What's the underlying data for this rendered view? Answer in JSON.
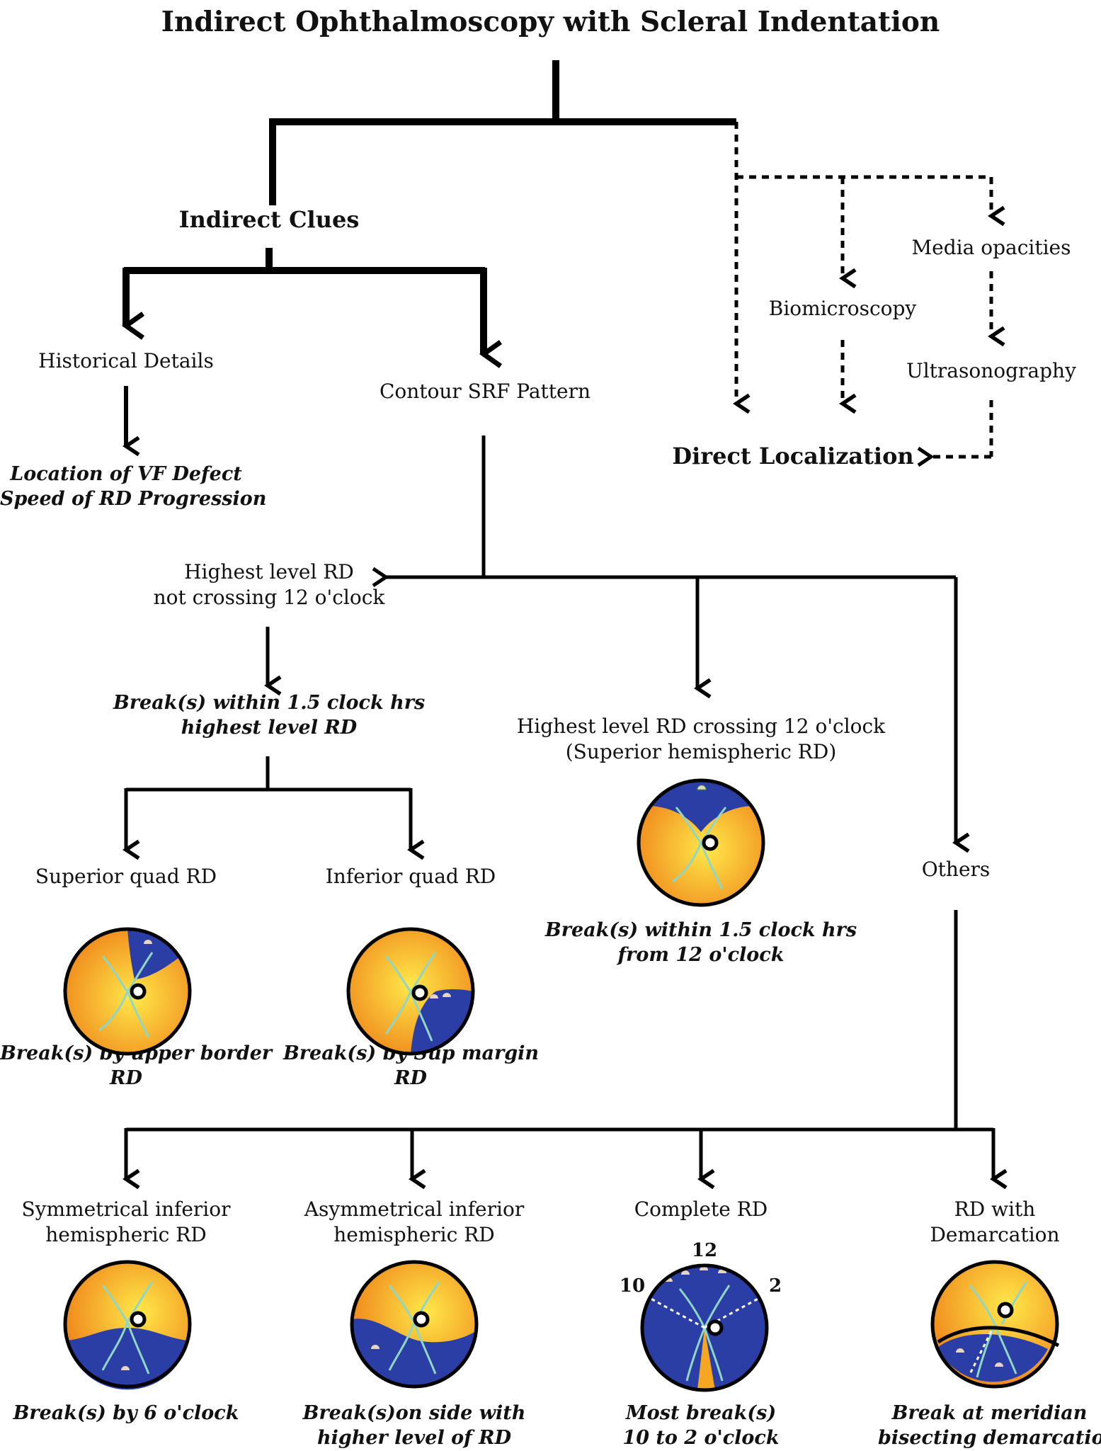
{
  "title": "Indirect Ophthalmoscopy with Scleral Indentation",
  "nodes": {
    "indirect_clues": "Indirect Clues",
    "media_opacities": "Media opacities",
    "biomicroscopy": "Biomicroscopy",
    "ultrasonography": "Ultrasonography",
    "direct_localization": "Direct Localization",
    "historical_details": "Historical Details",
    "contour_srf": "Contour SRF Pattern",
    "historical_sub_1": "Location of VF Defect",
    "historical_sub_2": "Speed of RD Progression",
    "highest_not_crossing_1": "Highest level RD",
    "highest_not_crossing_2": "not crossing 12 o'clock",
    "break_within_1": "Break(s) within 1.5 clock hrs",
    "break_within_2": "highest level RD",
    "highest_crossing_1": "Highest level RD crossing 12 o'clock",
    "highest_crossing_2": "(Superior hemispheric RD)",
    "break_from12_1": "Break(s) within 1.5 clock hrs",
    "break_from12_2": "from 12 o'clock",
    "superior_quad": "Superior quad RD",
    "inferior_quad": "Inferior quad RD",
    "others": "Others",
    "break_upper_1": "Break(s) by upper border",
    "break_upper_2": "RD",
    "break_sup_1": "Break(s) by Sup margin",
    "break_sup_2": "RD",
    "sym_1": "Symmetrical inferior",
    "sym_2": "hemispheric RD",
    "asym_1": "Asymmetrical inferior",
    "asym_2": "hemispheric RD",
    "complete": "Complete RD",
    "demarc_1": "RD with",
    "demarc_2": "Demarcation",
    "clock_12": "12",
    "clock_10": "10",
    "clock_2": "2",
    "sym_break": "Break(s) by 6 o'clock",
    "asym_break_1": "Break(s)on side with",
    "asym_break_2": "higher level of RD",
    "complete_break_1": "Most break(s)",
    "complete_break_2": "10 to 2 o'clock",
    "demarc_break_1": "Break at meridian",
    "demarc_break_2": "bisecting demarcation"
  },
  "colors": {
    "line": "#000000",
    "detachment": "#2b3ea6",
    "fundus_center": "#ffe84a",
    "fundus_edge": "#f08a1c",
    "vessel": "#8fd6c4",
    "tear": "#e8d3c4"
  }
}
